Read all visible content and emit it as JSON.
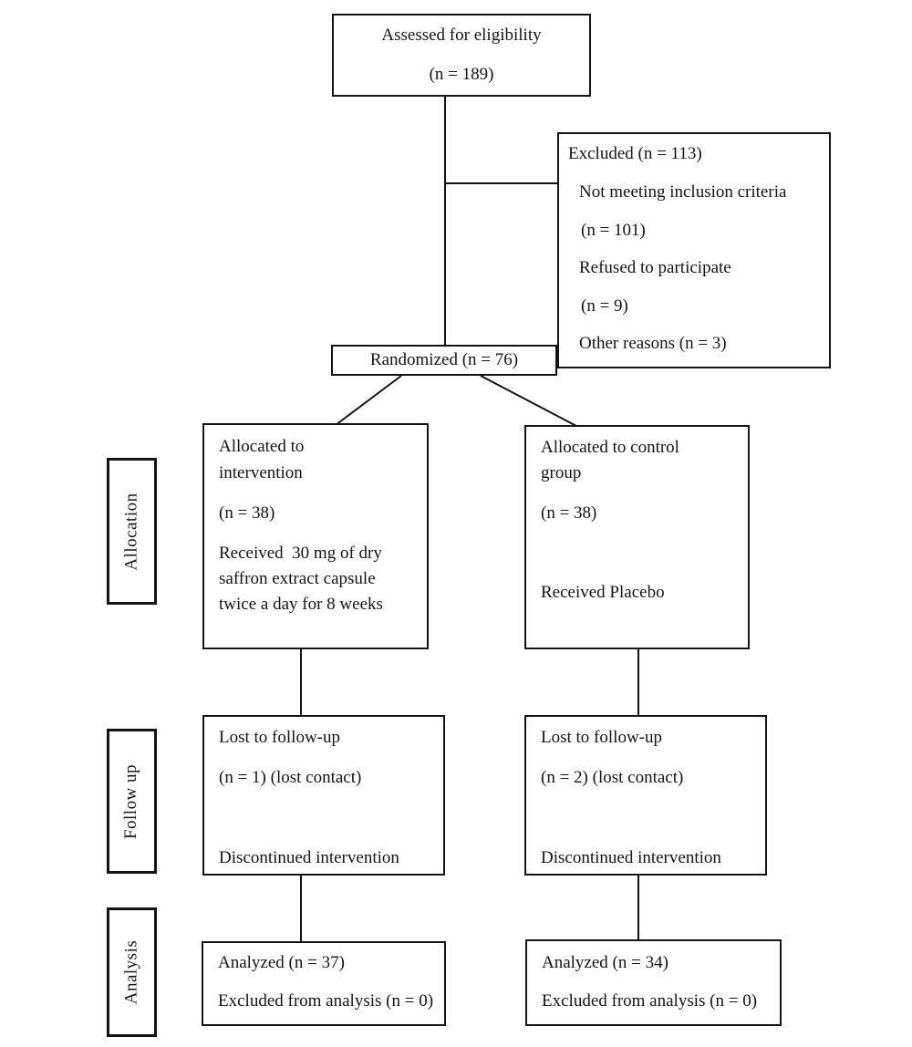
{
  "figure": {
    "assessed": {
      "line1": "Assessed for eligibility",
      "line2": "(n = 189)"
    },
    "excluded": {
      "title": "Excluded (n = 113)",
      "reasons": [
        "Not meeting inclusion criteria",
        "(n = 101)",
        "Refused to participate",
        "(n = 9)",
        "Other reasons (n = 3)"
      ]
    },
    "randomized": "Randomized (n = 76)",
    "intervention": {
      "line1": "Allocated to",
      "line2": "intervention",
      "n": "(n = 38)",
      "detail1": "Received  30 mg of dry",
      "detail2": "saffron extract capsule",
      "detail3": "twice a day for 8 weeks"
    },
    "control": {
      "line1": "Allocated to control",
      "line2": "group",
      "n": "(n = 38)",
      "detail": "Received Placebo"
    },
    "followup_left": {
      "line1": "Lost to follow-up",
      "line2": "(n = 1) (lost contact)",
      "line3": "Discontinued intervention"
    },
    "followup_right": {
      "line1": "Lost to follow-up",
      "line2": "(n = 2) (lost contact)",
      "line3": "Discontinued intervention"
    },
    "analysis_left": {
      "line1": "Analyzed (n = 37)",
      "line2": "Excluded from analysis (n = 0)"
    },
    "analysis_right": {
      "line1": "Analyzed (n = 34)",
      "line2": "Excluded from analysis (n = 0)"
    },
    "stages": {
      "allocation": "Allocation",
      "followup": "Follow up",
      "analysis": "Analysis"
    },
    "colors": {
      "line": "#141414",
      "background": "#ffffff"
    }
  }
}
